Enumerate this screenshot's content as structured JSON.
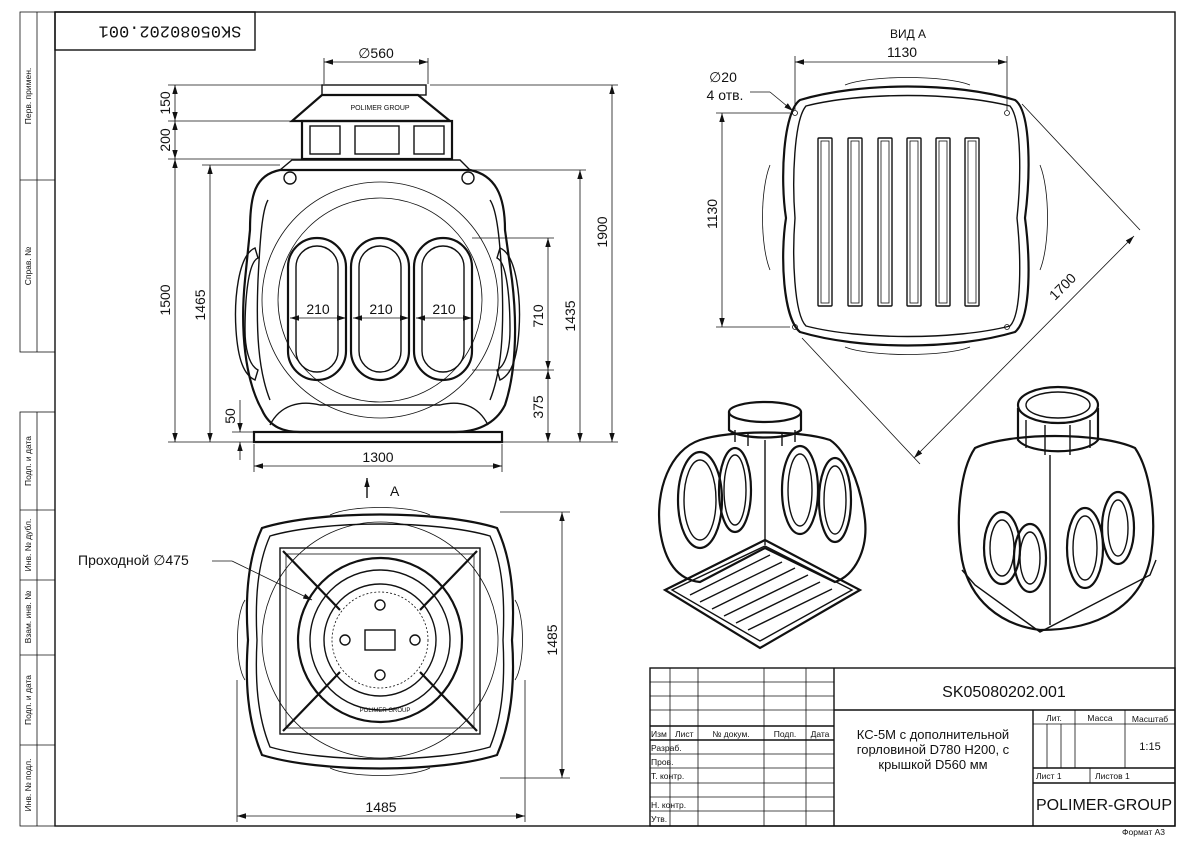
{
  "header": {
    "code_box": "SK05080202.001"
  },
  "left_margin": {
    "labels": [
      "Перв. примен.",
      "Справ. №",
      "Подп. и дата",
      "Инв. № дубл.",
      "Взам. инв. №",
      "Подп. и дата",
      "Инв. № подл."
    ]
  },
  "front_view": {
    "dims": {
      "top_dia": "∅560",
      "h150": "150",
      "h200": "200",
      "h1500": "1500",
      "h1465": "1465",
      "h50": "50",
      "h1900": "1900",
      "h1435": "1435",
      "h710": "710",
      "h375": "375",
      "w210a": "210",
      "w210b": "210",
      "w210c": "210",
      "w1300": "1300"
    },
    "logo_text": "POLIMER GROUP"
  },
  "view_a": {
    "title": "ВИД А",
    "w1130": "1130",
    "h1130": "1130",
    "holes_dia": "∅20",
    "holes_count": "4 отв.",
    "diag": "1700"
  },
  "top_view": {
    "arrow_label": "A",
    "passage_label": "Проходной ∅475",
    "h1485": "1485",
    "w1485": "1485",
    "logo_text": "POLIMER GROUP"
  },
  "title_block": {
    "doc_code": "SK05080202.001",
    "col_headers": {
      "izm": "Изм",
      "list": "Лист",
      "doc_no": "№ докум.",
      "sign": "Подп.",
      "date": "Дата"
    },
    "rows": {
      "razrab": "Разраб.",
      "prov": "Пров.",
      "tkontr": "Т. контр.",
      "nkontr": "Н. контр.",
      "utv": "Утв."
    },
    "name": {
      "line1": "КС-5М с дополнительной",
      "line2": "горловиной D780 H200, с",
      "line3": "крышкой D560 мм"
    },
    "lit": "Лит.",
    "mass": "Масса",
    "scale_label": "Масштаб",
    "scale": "1:15",
    "sheet": "Лист 1",
    "sheets": "Листов 1",
    "company": "POLIMER-GROUP"
  },
  "format": "Формат А3"
}
